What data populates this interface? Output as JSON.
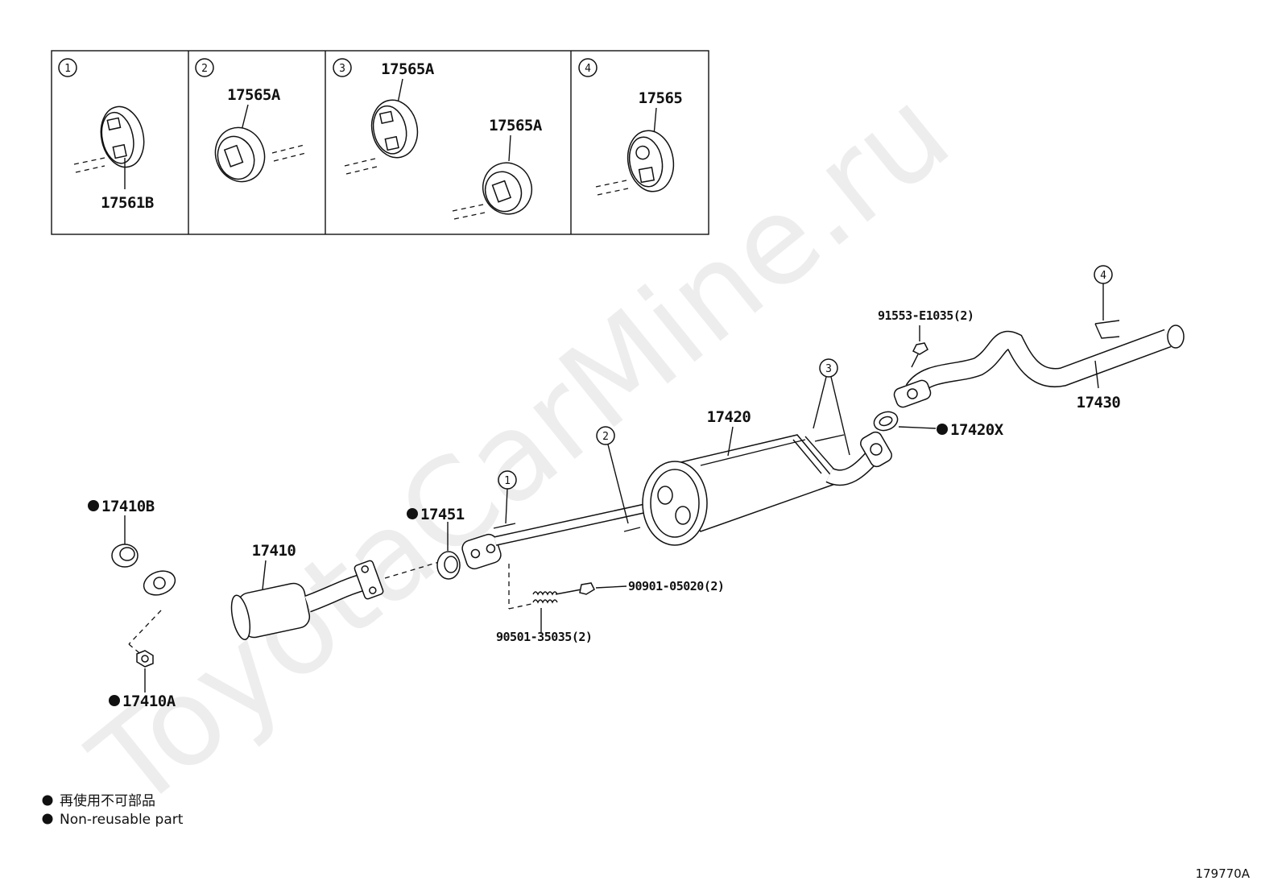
{
  "watermark": "ToyotaCarMine.ru",
  "hanger_panels": [
    {
      "number": "1",
      "parts": [
        "17561B"
      ]
    },
    {
      "number": "2",
      "parts": [
        "17565A"
      ]
    },
    {
      "number": "3",
      "parts": [
        "17565A",
        "17565A"
      ]
    },
    {
      "number": "4",
      "parts": [
        "17565"
      ]
    }
  ],
  "parts": {
    "p17410B": "17410B",
    "p17410": "17410",
    "p17410A": "17410A",
    "p17451": "17451",
    "p17420": "17420",
    "p17420X": "17420X",
    "p17430": "17430",
    "p91553": "91553-E1035(2)",
    "p90901": "90901-05020(2)",
    "p90501": "90501-35035(2)"
  },
  "callouts": {
    "c1": "1",
    "c2": "2",
    "c3": "3",
    "c4": "4"
  },
  "legend": {
    "line1": "再使用不可部品",
    "line2": "Non-reusable part"
  },
  "diagram_code": "179770A"
}
